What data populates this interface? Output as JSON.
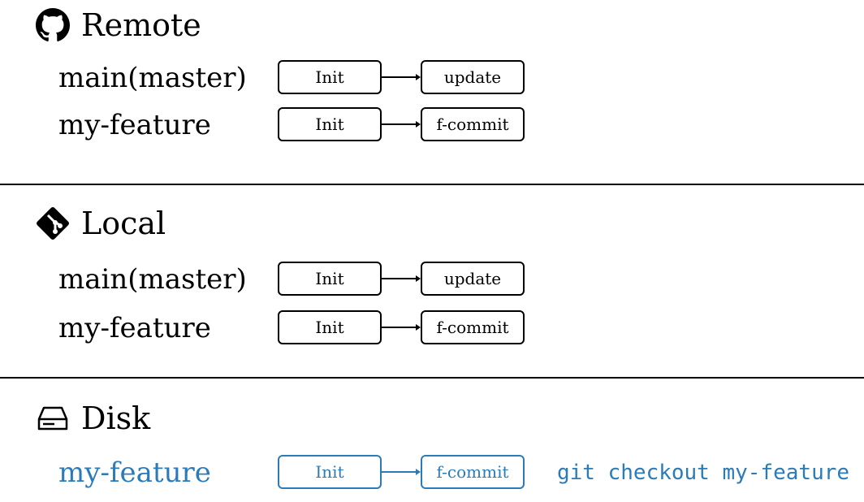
{
  "colors": {
    "accent": "#2b7bb9",
    "line": "#000000"
  },
  "sections": [
    {
      "title": "Remote",
      "icon": "github-icon",
      "branches": [
        {
          "name": "main(master)",
          "commits": [
            "Init",
            "update"
          ]
        },
        {
          "name": "my-feature",
          "commits": [
            "Init",
            "f-commit"
          ]
        }
      ]
    },
    {
      "title": "Local",
      "icon": "git-icon",
      "branches": [
        {
          "name": "main(master)",
          "commits": [
            "Init",
            "update"
          ]
        },
        {
          "name": "my-feature",
          "commits": [
            "Init",
            "f-commit"
          ]
        }
      ]
    },
    {
      "title": "Disk",
      "icon": "hard-drive-icon",
      "branches": [
        {
          "name": "my-feature",
          "commits": [
            "Init",
            "f-commit"
          ],
          "command": "git checkout my-feature"
        }
      ]
    }
  ]
}
